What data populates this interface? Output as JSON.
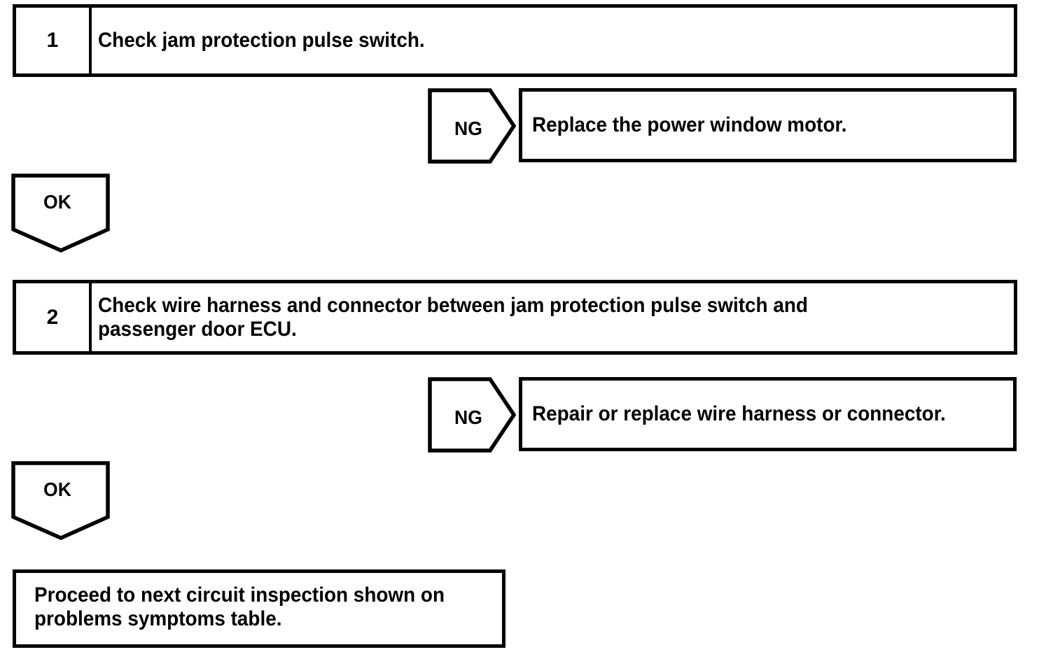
{
  "document": {
    "kind": "troubleshooting-flowchart",
    "background_color": "#ffffff",
    "line_color": "#000000",
    "text_color": "#000000"
  },
  "steps": [
    {
      "number": "1",
      "text": "Check jam protection pulse switch."
    },
    {
      "number": "2",
      "text": "Check wire harness and connector between jam protection pulse switch and\npassenger door ECU."
    }
  ],
  "branches": [
    {
      "tag": "NG",
      "result": "Replace the power window motor."
    },
    {
      "tag": "NG",
      "result": "Repair or replace wire harness or connector."
    }
  ],
  "pass_tags": [
    {
      "tag": "OK"
    },
    {
      "tag": "OK"
    }
  ],
  "final": {
    "text": "Proceed to next circuit inspection shown on\nproblems symptoms table."
  }
}
